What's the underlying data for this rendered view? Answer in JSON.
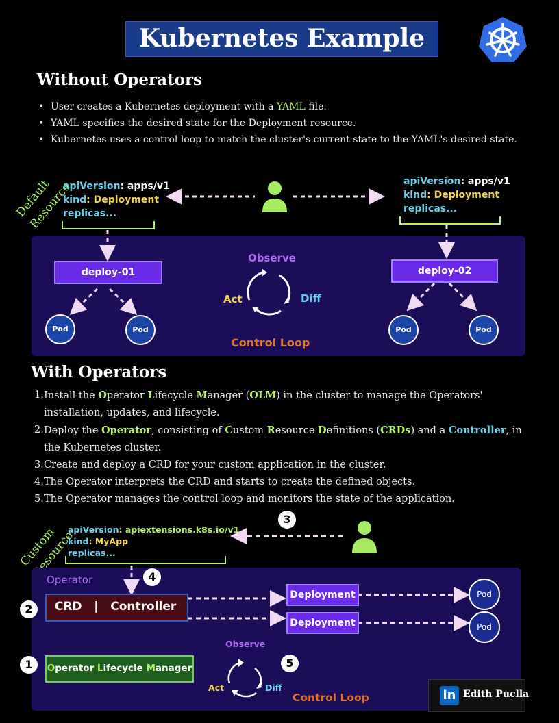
{
  "title": "Kubernetes Example",
  "colors": {
    "accent_green": "#b4f06a",
    "accent_cyan": "#6ad0e8",
    "accent_purple": "#a45bf2",
    "accent_orange": "#e0702a",
    "panel_bg": "#1c0d58",
    "title_bg": "#1a3a8a"
  },
  "without_operators": {
    "heading": "Without Operators",
    "bullets": [
      {
        "before": "User creates a Kubernetes deployment with a ",
        "highlight": "YAML",
        "after": " file."
      },
      {
        "before": "YAML specifies the desired state for the Deployment resource.",
        "highlight": "",
        "after": ""
      },
      {
        "before": "Kubernetes uses a control loop to match the cluster's current state to the YAML's desired state.",
        "highlight": "",
        "after": ""
      }
    ]
  },
  "diagram1": {
    "side_label_1": "Default",
    "side_label_2": "Resource",
    "yaml_left": {
      "k1": "apiVersion",
      "v1": ": apps/v1",
      "k2": "kind",
      "v2": ": Deployment",
      "k3": "replicas..."
    },
    "yaml_right": {
      "k1": "apiVersion",
      "v1": ": apps/v1",
      "k2": "kind",
      "v2": ": Deployment",
      "k3": "replicas..."
    },
    "deploy_left": "deploy-01",
    "deploy_right": "deploy-02",
    "pod": "Pod",
    "observe": "Observe",
    "act": "Act",
    "diff": "Diff",
    "control_loop": "Control Loop"
  },
  "with_operators": {
    "heading": "With Operators",
    "steps": [
      {
        "n": "1.",
        "html": "Install the <span class='hl-g'>O</span>perator <span class='hl-g'>L</span>ifecycle <span class='hl-g'>M</span>anager (<span class='hl-g'>OLM</span>) in the cluster to manage the Operators' installation, updates, and lifecycle."
      },
      {
        "n": "2.",
        "html": "Deploy the <span class='hl-g'>Operator</span>, consisting of <span class='hl-g'>C</span>ustom <span class='hl-g'>R</span>esource <span class='hl-g'>D</span>efinitions (<span class='hl-g'>CRDs</span>) and a <span class='hl-c'>Controller</span>, in the Kubernetes cluster."
      },
      {
        "n": "3.",
        "html": "Create and deploy a CRD for your custom application in the cluster."
      },
      {
        "n": "4.",
        "html": " The Operator interprets the CRD and starts to create the defined objects."
      },
      {
        "n": "5.",
        "html": "The Operator manages the control loop and monitors the state of the application."
      }
    ]
  },
  "diagram2": {
    "side_label_1": "Custom",
    "side_label_2": "Resource",
    "yaml": {
      "k1": "apiVersion",
      "v1": ": apiextensions.k8s.io/v1",
      "k2": "kind",
      "v2": ": MyApp",
      "k3": "replicas..."
    },
    "operator_label": "Operator",
    "crd": "CRD",
    "separator": "|",
    "controller": "Controller",
    "olm_o": "O",
    "olm_perator": "perator ",
    "olm_l": "L",
    "olm_ifecycle": "ifecycle ",
    "olm_m": "M",
    "olm_anager": "anager",
    "deployment": "Deployment",
    "pod": "Pod",
    "observe": "Observe",
    "act": "Act",
    "diff": "Diff",
    "control_loop": "Control Loop",
    "markers": [
      "1",
      "2",
      "3",
      "4",
      "5"
    ]
  },
  "credit": {
    "badge": "in",
    "name": "Edith Puclla"
  }
}
